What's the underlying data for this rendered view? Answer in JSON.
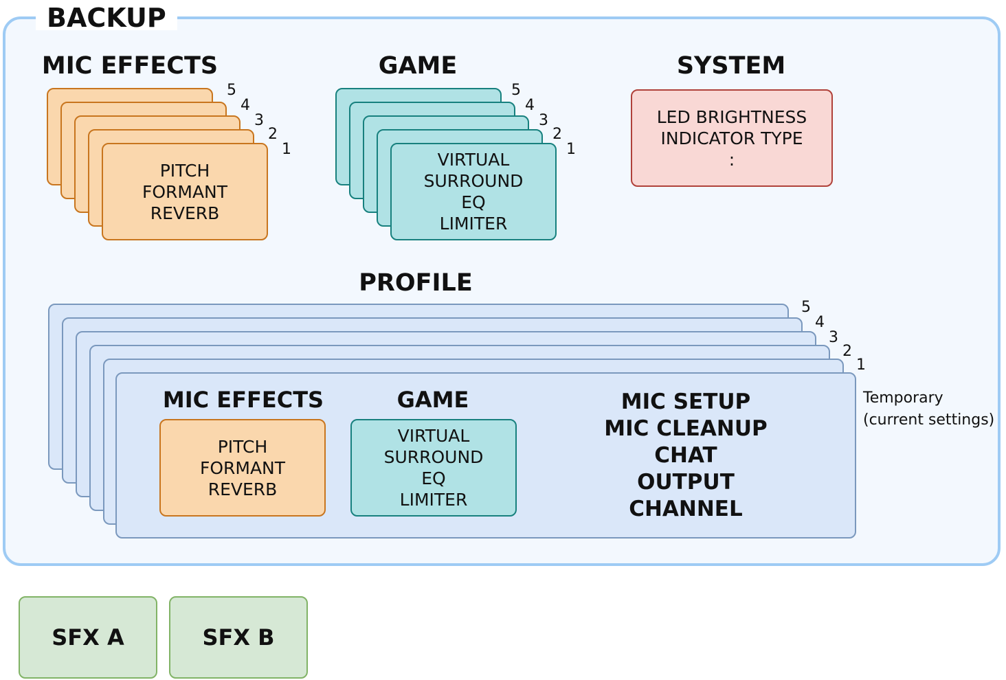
{
  "backup": {
    "title": "BACKUP",
    "mic_effects": {
      "heading": "MIC EFFECTS",
      "numbers": [
        "5",
        "4",
        "3",
        "2",
        "1"
      ],
      "lines": [
        "PITCH",
        "FORMANT",
        "REVERB"
      ]
    },
    "game": {
      "heading": "GAME",
      "numbers": [
        "5",
        "4",
        "3",
        "2",
        "1"
      ],
      "lines": [
        "VIRTUAL",
        "SURROUND",
        "EQ",
        "LIMITER"
      ]
    },
    "system": {
      "heading": "SYSTEM",
      "lines": [
        "LED BRIGHTNESS",
        "INDICATOR TYPE",
        ":"
      ]
    },
    "profile": {
      "heading": "PROFILE",
      "numbers": [
        "5",
        "4",
        "3",
        "2",
        "1"
      ],
      "mic_effects_heading": "MIC EFFECTS",
      "mic_effects_lines": [
        "PITCH",
        "FORMANT",
        "REVERB"
      ],
      "game_heading": "GAME",
      "game_lines": [
        "VIRTUAL",
        "SURROUND",
        "EQ",
        "LIMITER"
      ],
      "other_lines": [
        "MIC SETUP",
        "MIC CLEANUP",
        "CHAT",
        "OUTPUT",
        "CHANNEL"
      ],
      "temporary_lines": [
        "Temporary",
        "(current settings)"
      ]
    }
  },
  "sfx": [
    "SFX A",
    "SFX B"
  ],
  "colors": {
    "frame_border": "#9ecbf4",
    "frame_fill": "#f3f8fe",
    "mic_effects_fill": "#fad7ad",
    "game_fill": "#b0e2e5",
    "system_fill": "#f9d8d5",
    "profile_fill": "#dae7f9",
    "sfx_fill": "#d6e8d5"
  }
}
